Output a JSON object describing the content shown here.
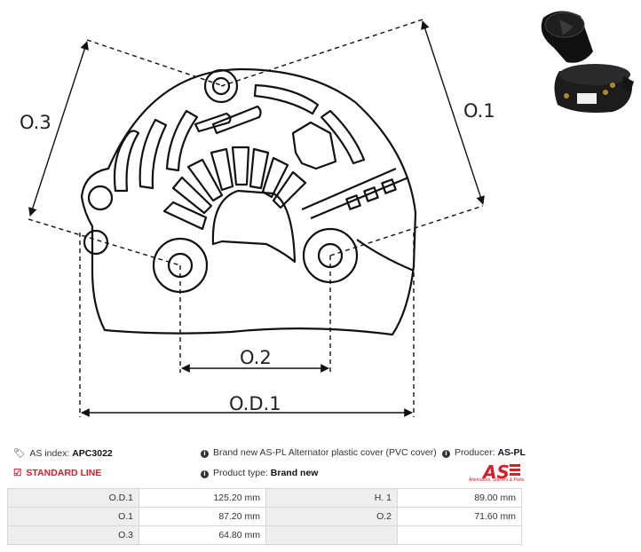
{
  "drawing_labels": {
    "o3": "O.3",
    "o1": "O.1",
    "o2": "O.2",
    "od1": "O.D.1"
  },
  "info": {
    "as_index_label": "AS index:",
    "as_index_value": "APC3022",
    "line": "STANDARD LINE",
    "description": "Brand new AS-PL Alternator plastic cover (PVC cover)",
    "product_type_label": "Product type:",
    "product_type_value": "Brand new",
    "producer_label": "Producer:",
    "producer_value": "AS-PL"
  },
  "logo": {
    "text": "AS",
    "tagline": "Alternators, Starters & Parts",
    "color": "#d4202a"
  },
  "specs": [
    {
      "label1": "O.D.1",
      "value1": "125.20 mm",
      "label2": "H. 1",
      "value2": "89.00 mm"
    },
    {
      "label1": "O.1",
      "value1": "87.20 mm",
      "label2": "O.2",
      "value2": "71.60 mm"
    },
    {
      "label1": "O.3",
      "value1": "64.80 mm",
      "label2": "",
      "value2": ""
    }
  ]
}
